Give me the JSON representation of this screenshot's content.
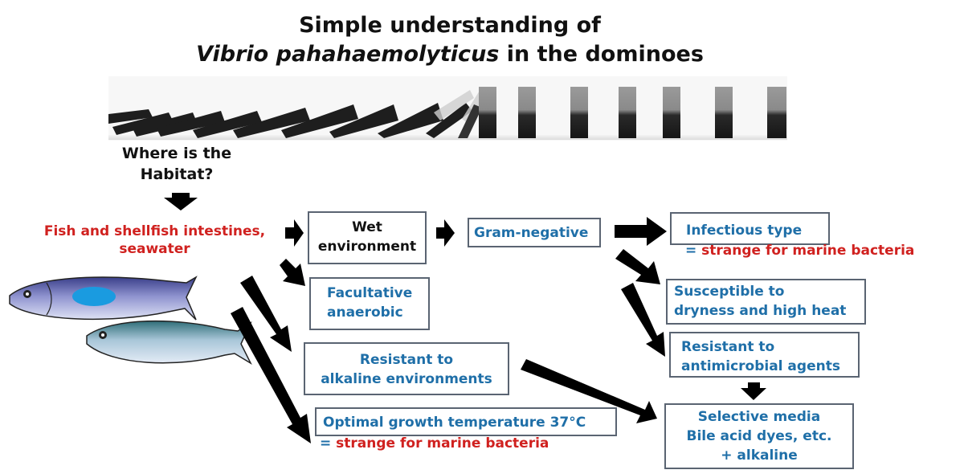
{
  "title": {
    "line1": "Simple understanding of",
    "line2_italic": "Vibrio pahahaemolyticus",
    "line2_rest": " in the dominoes"
  },
  "images": {
    "dominoes": "falling-dominoes-photo",
    "fish": "mackerel-illustration"
  },
  "colors": {
    "blue_text": "#1f6fa8",
    "red_text": "#d0211f",
    "box_border": "#5a6472",
    "arrow": "#000000",
    "fish_spot": "#1a9be0"
  },
  "question": {
    "line1": "Where is the",
    "line2": "Habitat?"
  },
  "habitat": {
    "line1": "Fish and shellfish intestines,",
    "line2": "seawater"
  },
  "nodes": {
    "wet": {
      "line1": "Wet",
      "line2": "environment"
    },
    "gram": {
      "text": "Gram-negative"
    },
    "facultative": {
      "line1": "Facultative",
      "line2": "anaerobic"
    },
    "alkaline": {
      "line1": "Resistant to",
      "line2": "alkaline environments"
    },
    "optimal": {
      "text": "Optimal growth temperature 37°C",
      "note_eq": "= ",
      "note": "strange for marine bacteria"
    },
    "infectious": {
      "text": "Infectious type",
      "note_eq": "= ",
      "note": "strange for marine bacteria"
    },
    "susceptible": {
      "line1": "Susceptible to",
      "line2": "dryness and high heat"
    },
    "antimicrobial": {
      "line1": "Resistant to",
      "line2": "antimicrobial agents"
    },
    "selective": {
      "line1": "Selective media",
      "line2": "Bile acid dyes, etc.",
      "line3": "+ alkaline"
    }
  }
}
